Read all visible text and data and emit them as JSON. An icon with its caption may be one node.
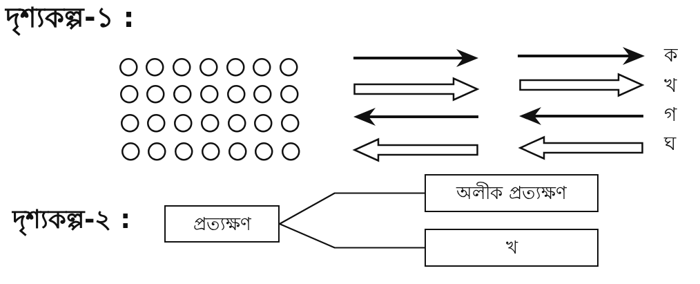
{
  "diagram": {
    "nodes": [
      {
        "text": [
          "প্রত্যক্ষণ"
        ]
      },
      {
        "text": [
          "অলীক প্রত্যক্ষণ"
        ]
      },
      {
        "text": [
          "খ"
        ]
      }
    ],
    "edges": [
      {
        "from": 0,
        "to": 1,
        "arrow": "none"
      },
      {
        "from": 0,
        "to": 2,
        "arrow": "none"
      }
    ],
    "labels": [
      "দৃশ্যকল্প-১ :",
      "ক",
      "খ",
      "গ",
      "ঘ",
      "দৃশ্যকল্প-২ :"
    ]
  }
}
